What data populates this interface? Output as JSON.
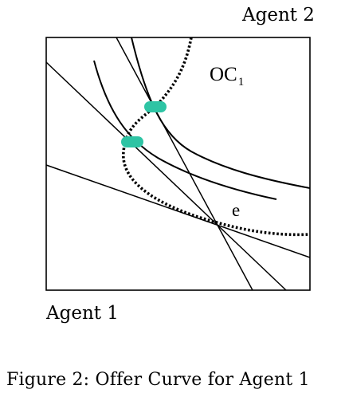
{
  "labels": {
    "agent2": "Agent 2",
    "agent1": "Agent 1",
    "offer_curve": "OC",
    "offer_curve_subscript": "1",
    "endowment": "e"
  },
  "caption": "Figure 2: Offer Curve for Agent 1",
  "colors": {
    "line": "#000000",
    "marker": "#2ec4a4",
    "background": "#ffffff"
  }
}
